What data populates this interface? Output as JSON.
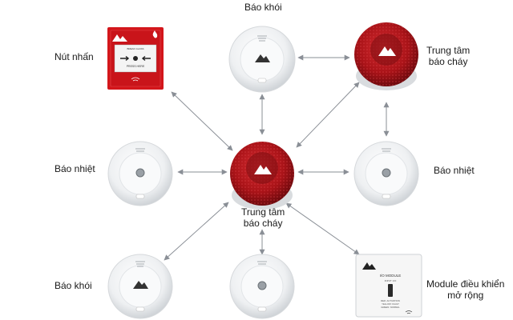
{
  "labels": {
    "top_smoke": "Báo khói",
    "manual_button": "Nút nhấn",
    "panel_top_l1": "Trung tâm",
    "panel_top_l2": "báo cháy",
    "heat_left": "Báo nhiệt",
    "heat_right": "Báo nhiệt",
    "panel_center_l1": "Trung tâm",
    "panel_center_l2": "báo cháy",
    "smoke_bottom_left": "Báo khói",
    "module_l1": "Module điều khiển",
    "module_l2": "mở rộng"
  },
  "devices": {
    "manual_call_point": {
      "header_text": "BREAK GLASS",
      "body_text": "PRESS HERE"
    },
    "io_module": {
      "title": "I/O MODULE",
      "line1": "INPUT 1/O",
      "line2": "RED: ACTIVATION",
      "line3": "YELLOW: FAULT",
      "line4": "GREEN: NORMAL"
    }
  },
  "colors": {
    "arrow": "#8a8f96",
    "panel_red": "#b3161c",
    "button_red": "#d3161b",
    "detector_white": "#f3f4f5"
  }
}
